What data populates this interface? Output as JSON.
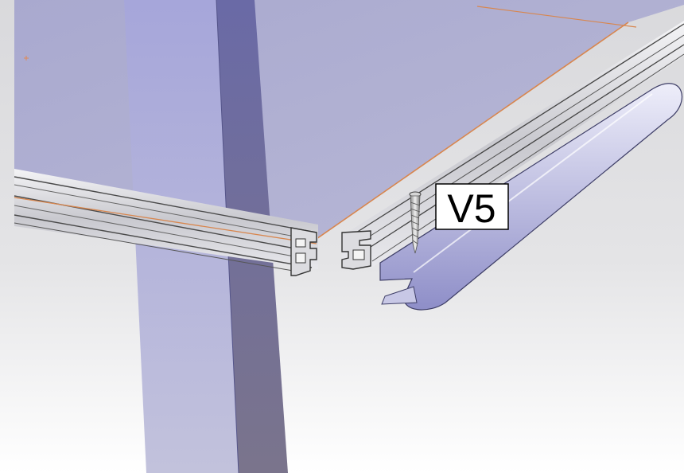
{
  "diagram": {
    "callout": {
      "label": "V5"
    },
    "parts": [
      {
        "name": "glass-panel"
      },
      {
        "name": "post"
      },
      {
        "name": "left-profile"
      },
      {
        "name": "right-profile"
      },
      {
        "name": "cover-strip"
      },
      {
        "name": "screw"
      }
    ]
  }
}
